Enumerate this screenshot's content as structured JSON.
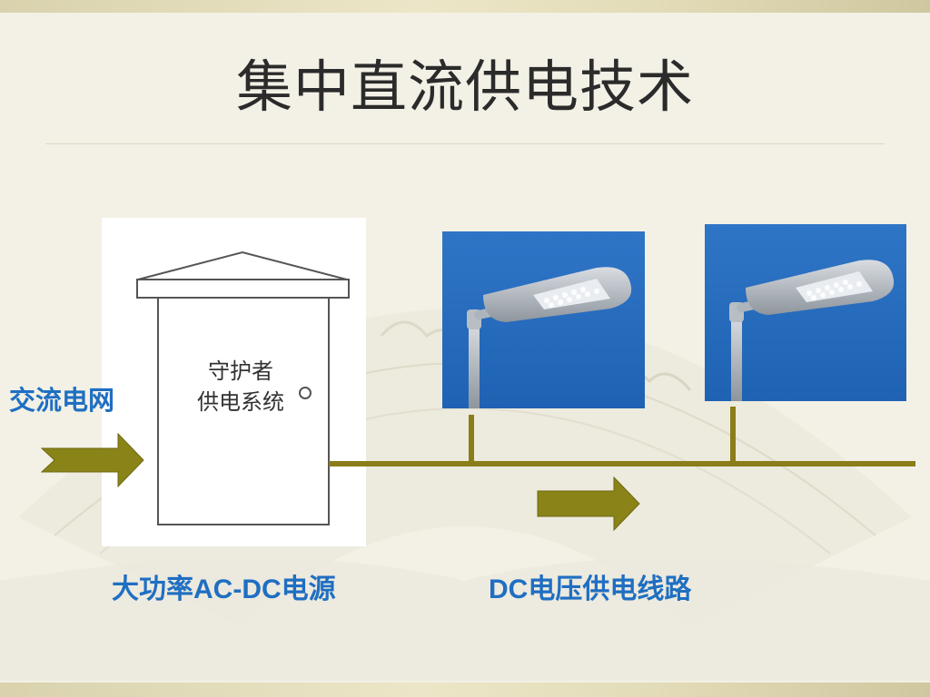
{
  "slide": {
    "title": "集中直流供电技术"
  },
  "diagram": {
    "cabinet_label_line1": "守护者",
    "cabinet_label_line2": "供电系统",
    "ac_grid_label": "交流电网",
    "ac_dc_label": "大功率AC-DC电源",
    "dc_line_label": "DC电压供电线路"
  },
  "colors": {
    "arrow_fill": "#8a8318",
    "line_color": "#8a7d1a",
    "label_blue": "#1f6fc2",
    "sky_blue": "#2b72c4"
  },
  "icons": [
    "street-lamp-photo",
    "street-lamp-photo",
    "arrow-right-icon",
    "arrow-right-icon"
  ]
}
